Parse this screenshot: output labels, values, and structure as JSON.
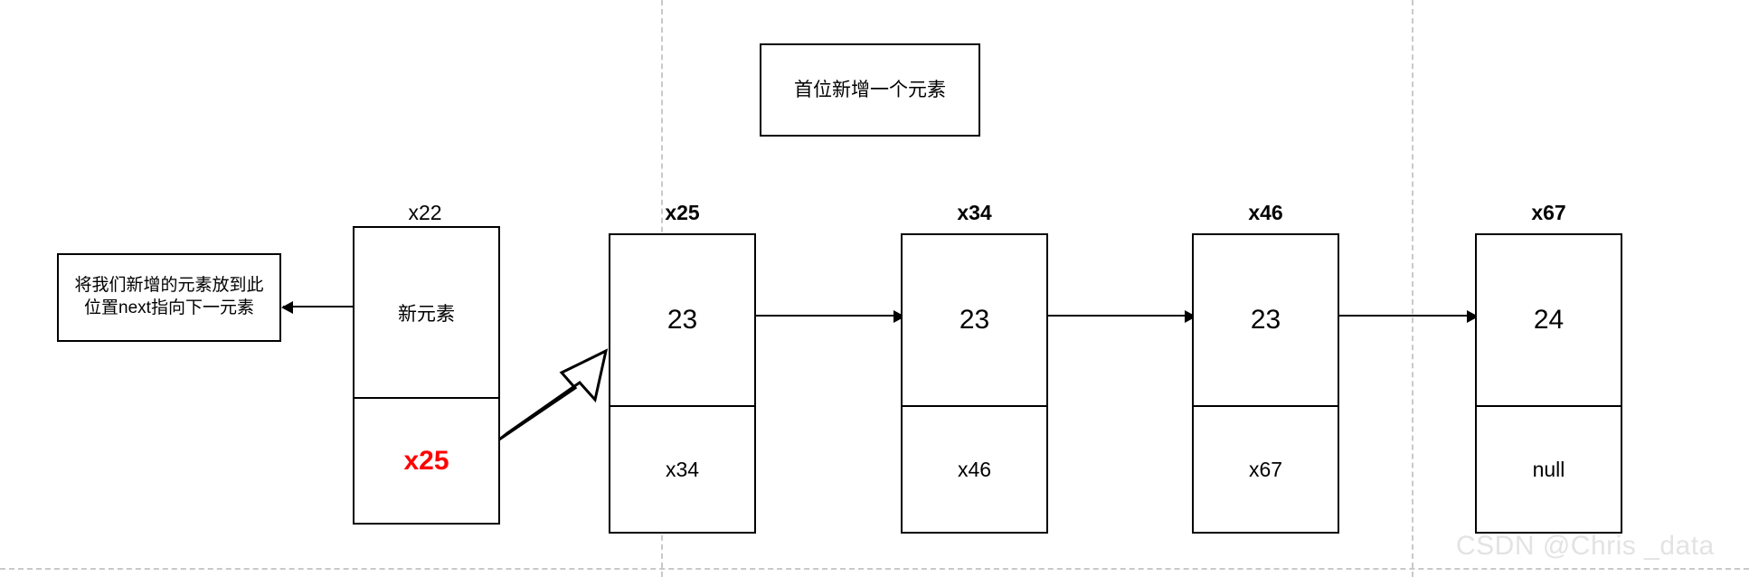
{
  "diagram": {
    "title": "Linked list head insertion diagram",
    "watermark": "CSDN @Chris _data",
    "colors": {
      "stroke": "#000000",
      "background": "#ffffff",
      "accent_red": "#ff0000",
      "guide_dash": "#c9c9c9",
      "watermark": "#e3e3e3"
    }
  },
  "notes": {
    "head_insert": {
      "text": "首位新增一个元素"
    },
    "place_new_element": {
      "text": "将我们新增的元素放到此位置next指向下一元素"
    }
  },
  "nodes": [
    {
      "id": "new-node",
      "label": "x22",
      "label_bold": false,
      "value": "新元素",
      "value_is_cjk": true,
      "next": "x25",
      "next_accent": true
    },
    {
      "id": "node-x25",
      "label": "x25",
      "label_bold": true,
      "value": "23",
      "value_is_cjk": false,
      "next": "x34",
      "next_accent": false
    },
    {
      "id": "node-x34",
      "label": "x34",
      "label_bold": true,
      "value": "23",
      "value_is_cjk": false,
      "next": "x46",
      "next_accent": false
    },
    {
      "id": "node-x46",
      "label": "x46",
      "label_bold": true,
      "value": "23",
      "value_is_cjk": false,
      "next": "x67",
      "next_accent": false
    },
    {
      "id": "node-x67",
      "label": "x67",
      "label_bold": true,
      "value": "24",
      "value_is_cjk": false,
      "next": "null",
      "next_accent": false
    }
  ],
  "chart_data": {
    "type": "diagram",
    "title": "首位新增一个元素",
    "structure": "singly-linked-list",
    "nodes": [
      {
        "address": "x22",
        "value": "新元素",
        "next": "x25"
      },
      {
        "address": "x25",
        "value": "23",
        "next": "x34"
      },
      {
        "address": "x34",
        "value": "23",
        "next": "x46"
      },
      {
        "address": "x46",
        "value": "23",
        "next": "x67"
      },
      {
        "address": "x67",
        "value": "24",
        "next": "null"
      }
    ],
    "edges": [
      {
        "from": "x25",
        "to": "x34",
        "style": "solid-arrow"
      },
      {
        "from": "x34",
        "to": "x46",
        "style": "solid-arrow"
      },
      {
        "from": "x46",
        "to": "x67",
        "style": "solid-arrow"
      },
      {
        "from": "x22",
        "to": "x25",
        "style": "block-arrow"
      },
      {
        "from": "x22",
        "to": "note-place-new-element",
        "style": "solid-arrow-left"
      }
    ],
    "annotations": [
      "首位新增一个元素",
      "将我们新增的元素放到此位置next指向下一元素"
    ]
  }
}
